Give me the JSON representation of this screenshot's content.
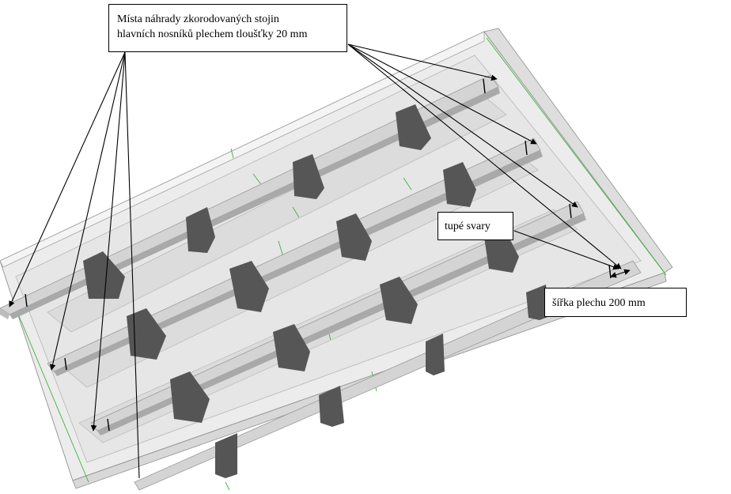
{
  "callouts": {
    "main": {
      "line1": "Místa náhrady zkorodovaných stojin",
      "line2": "hlavních nosníků plechem tloušťky 20 mm"
    },
    "welds": "tupé svary",
    "width": "šířka plechu 200 mm"
  },
  "colors": {
    "panel": "#e9e9e9",
    "girder_top": "#d6d6d6",
    "girder_web": "#ababab",
    "stiffener": "#555555",
    "edge": "#9a9a9a",
    "guide_line": "#3cb43c",
    "leader": "#000000"
  }
}
